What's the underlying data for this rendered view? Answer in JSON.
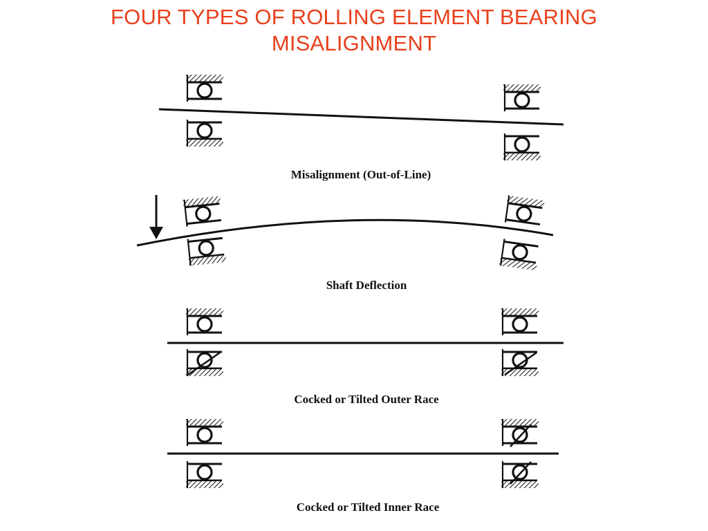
{
  "title": {
    "line1": "FOUR TYPES OF ROLLING ELEMENT BEARING",
    "line2": "MISALIGNMENT"
  },
  "colors": {
    "title": "#e8401c",
    "ink": "#111111",
    "background": "#ffffff"
  },
  "panels": [
    {
      "caption": "Misalignment (Out-of-Line)"
    },
    {
      "caption": "Shaft Deflection"
    },
    {
      "caption": "Cocked or Tilted Outer Race"
    },
    {
      "caption": "Cocked or Tilted Inner Race"
    }
  ]
}
